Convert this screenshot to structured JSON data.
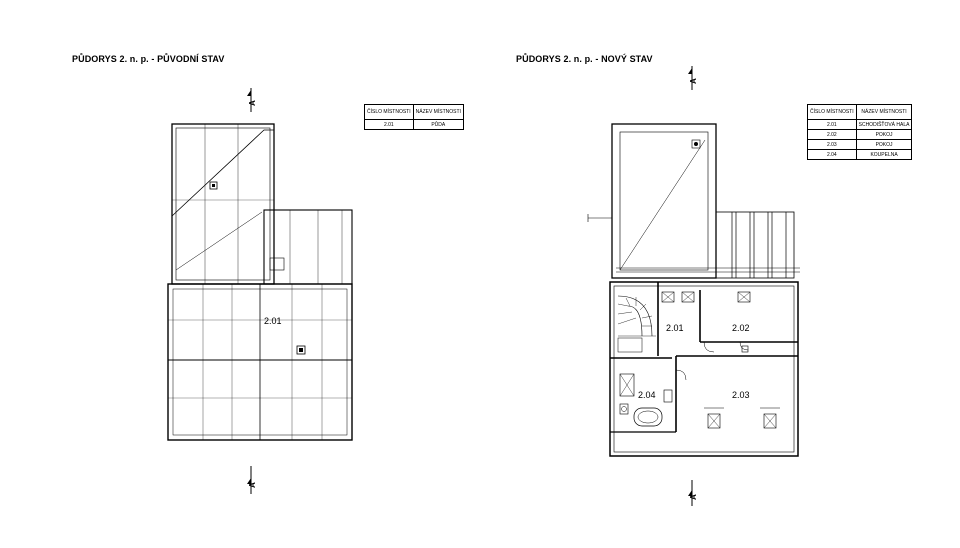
{
  "left": {
    "title": "PŮDORYS 2. n. p. - PŮVODNÍ STAV",
    "legend": {
      "headers": [
        "ČÍSLO MÍSTNOSTI",
        "NÁZEV MÍSTNOSTI"
      ],
      "rows": [
        [
          "2.01",
          "PŮDA"
        ]
      ]
    },
    "rooms": [
      "2.01"
    ],
    "section_mark": "A"
  },
  "right": {
    "title": "PŮDORYS 2. n. p. - NOVÝ STAV",
    "legend": {
      "headers": [
        "ČÍSLO MÍSTNOSTI",
        "NÁZEV MÍSTNOSTI"
      ],
      "rows": [
        [
          "2.01",
          "SCHODIŠŤOVÁ HALA"
        ],
        [
          "2.02",
          "POKOJ"
        ],
        [
          "2.03",
          "POKOJ"
        ],
        [
          "2.04",
          "KOUPELNA"
        ]
      ]
    },
    "rooms": [
      "2.01",
      "2.02",
      "2.03",
      "2.04"
    ],
    "section_mark": "A"
  }
}
